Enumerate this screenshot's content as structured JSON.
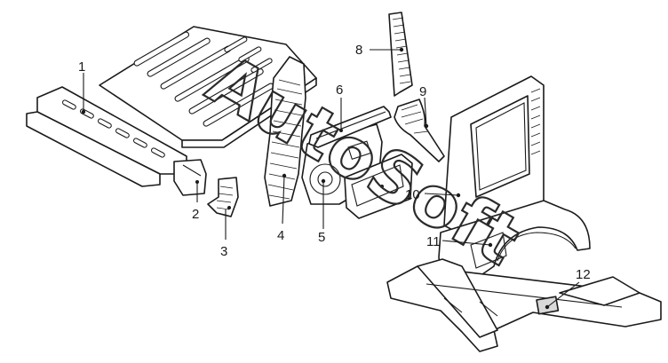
{
  "diagram": {
    "callouts": [
      {
        "id": "c1",
        "label": "1"
      },
      {
        "id": "c2",
        "label": "2"
      },
      {
        "id": "c3",
        "label": "3"
      },
      {
        "id": "c4",
        "label": "4"
      },
      {
        "id": "c5",
        "label": "5"
      },
      {
        "id": "c6",
        "label": "6"
      },
      {
        "id": "c8",
        "label": "8"
      },
      {
        "id": "c9",
        "label": "9"
      },
      {
        "id": "c10",
        "label": "10"
      },
      {
        "id": "c11",
        "label": "11"
      },
      {
        "id": "c12",
        "label": "12"
      }
    ],
    "watermark": "AutoSoft"
  }
}
